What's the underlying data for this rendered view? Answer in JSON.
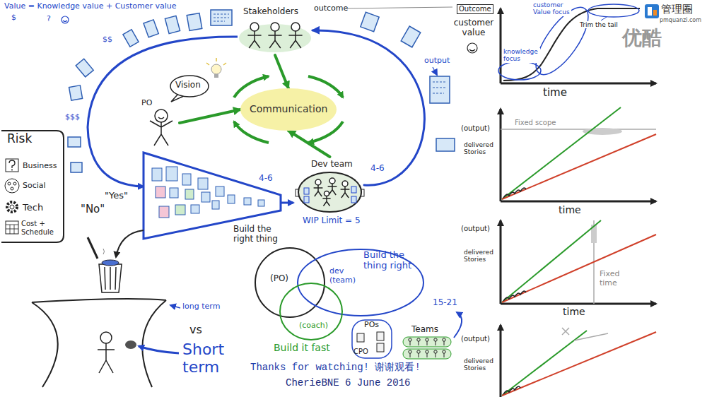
{
  "diagram": {
    "nodes": [
      {
        "text": [
          "Stakeholders"
        ]
      },
      {
        "text": [
          "Vision"
        ]
      },
      {
        "text": [
          "PO"
        ]
      },
      {
        "text": [
          "Communication"
        ]
      },
      {
        "text": [
          "Dev team"
        ]
      },
      {
        "text": [
          "Risk",
          "Business",
          "Social",
          "Tech",
          "Cost + Schedule"
        ]
      },
      {
        "text": [
          "Build the right thing",
          "(PO)"
        ]
      },
      {
        "text": [
          "Build the thing right",
          "dev (team)"
        ]
      },
      {
        "text": [
          "Build it fast",
          "(coach)"
        ]
      },
      {
        "text": [
          "POs"
        ]
      },
      {
        "text": [
          "Teams"
        ]
      }
    ],
    "edges": [
      {
        "from": 2,
        "to": 3,
        "arrow": "to"
      },
      {
        "from": 0,
        "to": 3,
        "arrow": "to"
      },
      {
        "from": 4,
        "to": 3,
        "arrow": "to"
      },
      {
        "from": 4,
        "to": 0,
        "label": "4-6",
        "arrow": "to"
      }
    ],
    "labels": [
      "Value = Knowledge value + Customer value",
      "$",
      "?",
      "outcome",
      "$$",
      "$$$",
      "\"Yes\"",
      "\"No\"",
      "4-6",
      "WIP Limit = 5",
      "output",
      "long term",
      "vs",
      "Short term",
      "CPO",
      "15-21",
      "Thanks for watching! 谢谢观看!",
      "CherieBNE 6 June 2016",
      "Outcome",
      "customer value",
      "knowledge focus",
      "customer Value focus",
      "Trim the tail",
      "time",
      "(output)",
      "Fixed scope",
      "delivered Stories",
      "time",
      "(output)",
      "delivered Stories",
      "Fixed time",
      "time",
      "(output)",
      "delivered Stories",
      "管理圈",
      "pmquanzi.com",
      "优酷"
    ]
  }
}
